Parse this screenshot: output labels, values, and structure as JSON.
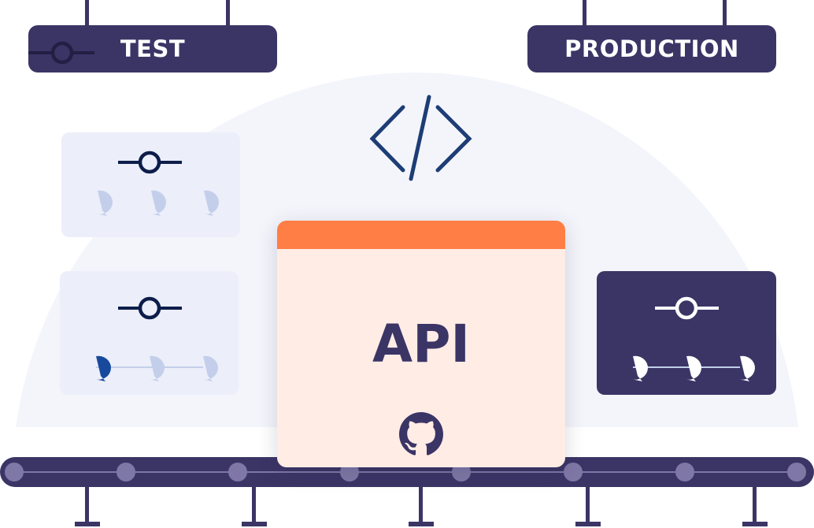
{
  "colors": {
    "navy": "#3b3566",
    "dark_blue": "#0d1d4a",
    "code_blue": "#1d3d75",
    "backdrop": "#f4f5fb",
    "card_light": "#eceefa",
    "bubble_light": "#c3cfea",
    "bubble_active": "#174a9c",
    "api_header": "#ff7e45",
    "api_body": "#ffece5",
    "belt_dot": "#7f78a6",
    "white": "#ffffff"
  },
  "environments": {
    "test_label": "TEST",
    "production_label": "PRODUCTION"
  },
  "api_card": {
    "title": "API",
    "icon": "github-icon"
  },
  "icons": {
    "code": "code-icon",
    "commit": "commit-icon",
    "comment": "comment-bubble-icon"
  },
  "stage_cards": [
    {
      "name": "test-stage-card-1",
      "theme": "light",
      "connected": false,
      "active_bubbles": []
    },
    {
      "name": "test-stage-card-2",
      "theme": "light",
      "connected": true,
      "active_bubbles": [
        0
      ]
    },
    {
      "name": "production-stage-card",
      "theme": "dark",
      "connected": true,
      "active_bubbles": []
    }
  ]
}
